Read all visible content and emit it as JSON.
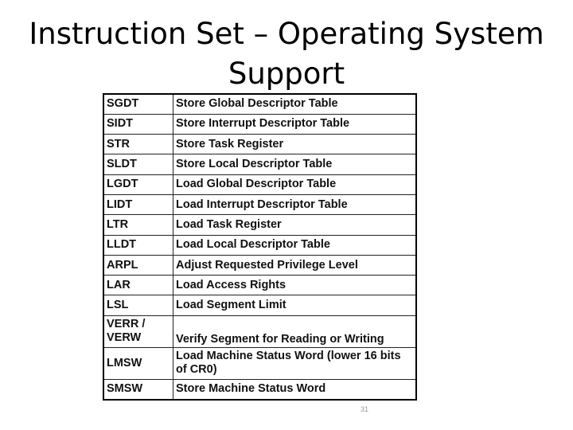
{
  "slide": {
    "title": "Instruction Set – Operating System Support",
    "page_number": "31"
  },
  "table": {
    "rows": [
      {
        "mnemonic": "SGDT",
        "description": "Store Global Descriptor Table"
      },
      {
        "mnemonic": "SIDT",
        "description": "Store Interrupt Descriptor Table"
      },
      {
        "mnemonic": "STR",
        "description": "Store Task Register"
      },
      {
        "mnemonic": "SLDT",
        "description": "Store Local Descriptor Table"
      },
      {
        "mnemonic": "LGDT",
        "description": "Load Global Descriptor Table"
      },
      {
        "mnemonic": "LIDT",
        "description": "Load Interrupt Descriptor Table"
      },
      {
        "mnemonic": "LTR",
        "description": "Load Task Register"
      },
      {
        "mnemonic": "LLDT",
        "description": "Load Local Descriptor Table"
      },
      {
        "mnemonic": "ARPL",
        "description": "Adjust Requested Privilege Level"
      },
      {
        "mnemonic": "LAR",
        "description": "Load Access Rights"
      },
      {
        "mnemonic": "LSL",
        "description": "Load Segment Limit"
      },
      {
        "mnemonic": "VERR / VERW",
        "description": "Verify Segment for Reading or Writing"
      },
      {
        "mnemonic": "LMSW",
        "description": "Load Machine Status Word (lower 16 bits of CR0)"
      },
      {
        "mnemonic": "SMSW",
        "description": "Store Machine Status Word"
      }
    ]
  }
}
